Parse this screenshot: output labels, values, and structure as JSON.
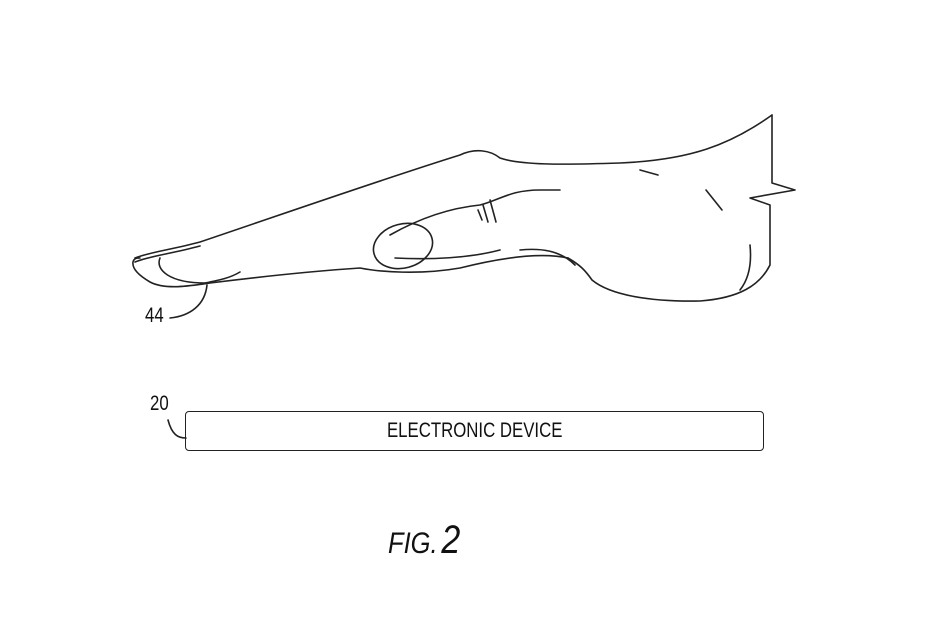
{
  "labels": {
    "finger_ref": "44",
    "device_ref": "20"
  },
  "device": {
    "label": "ELECTRONIC DEVICE"
  },
  "figure": {
    "prefix": "FIG.",
    "number": "2"
  }
}
